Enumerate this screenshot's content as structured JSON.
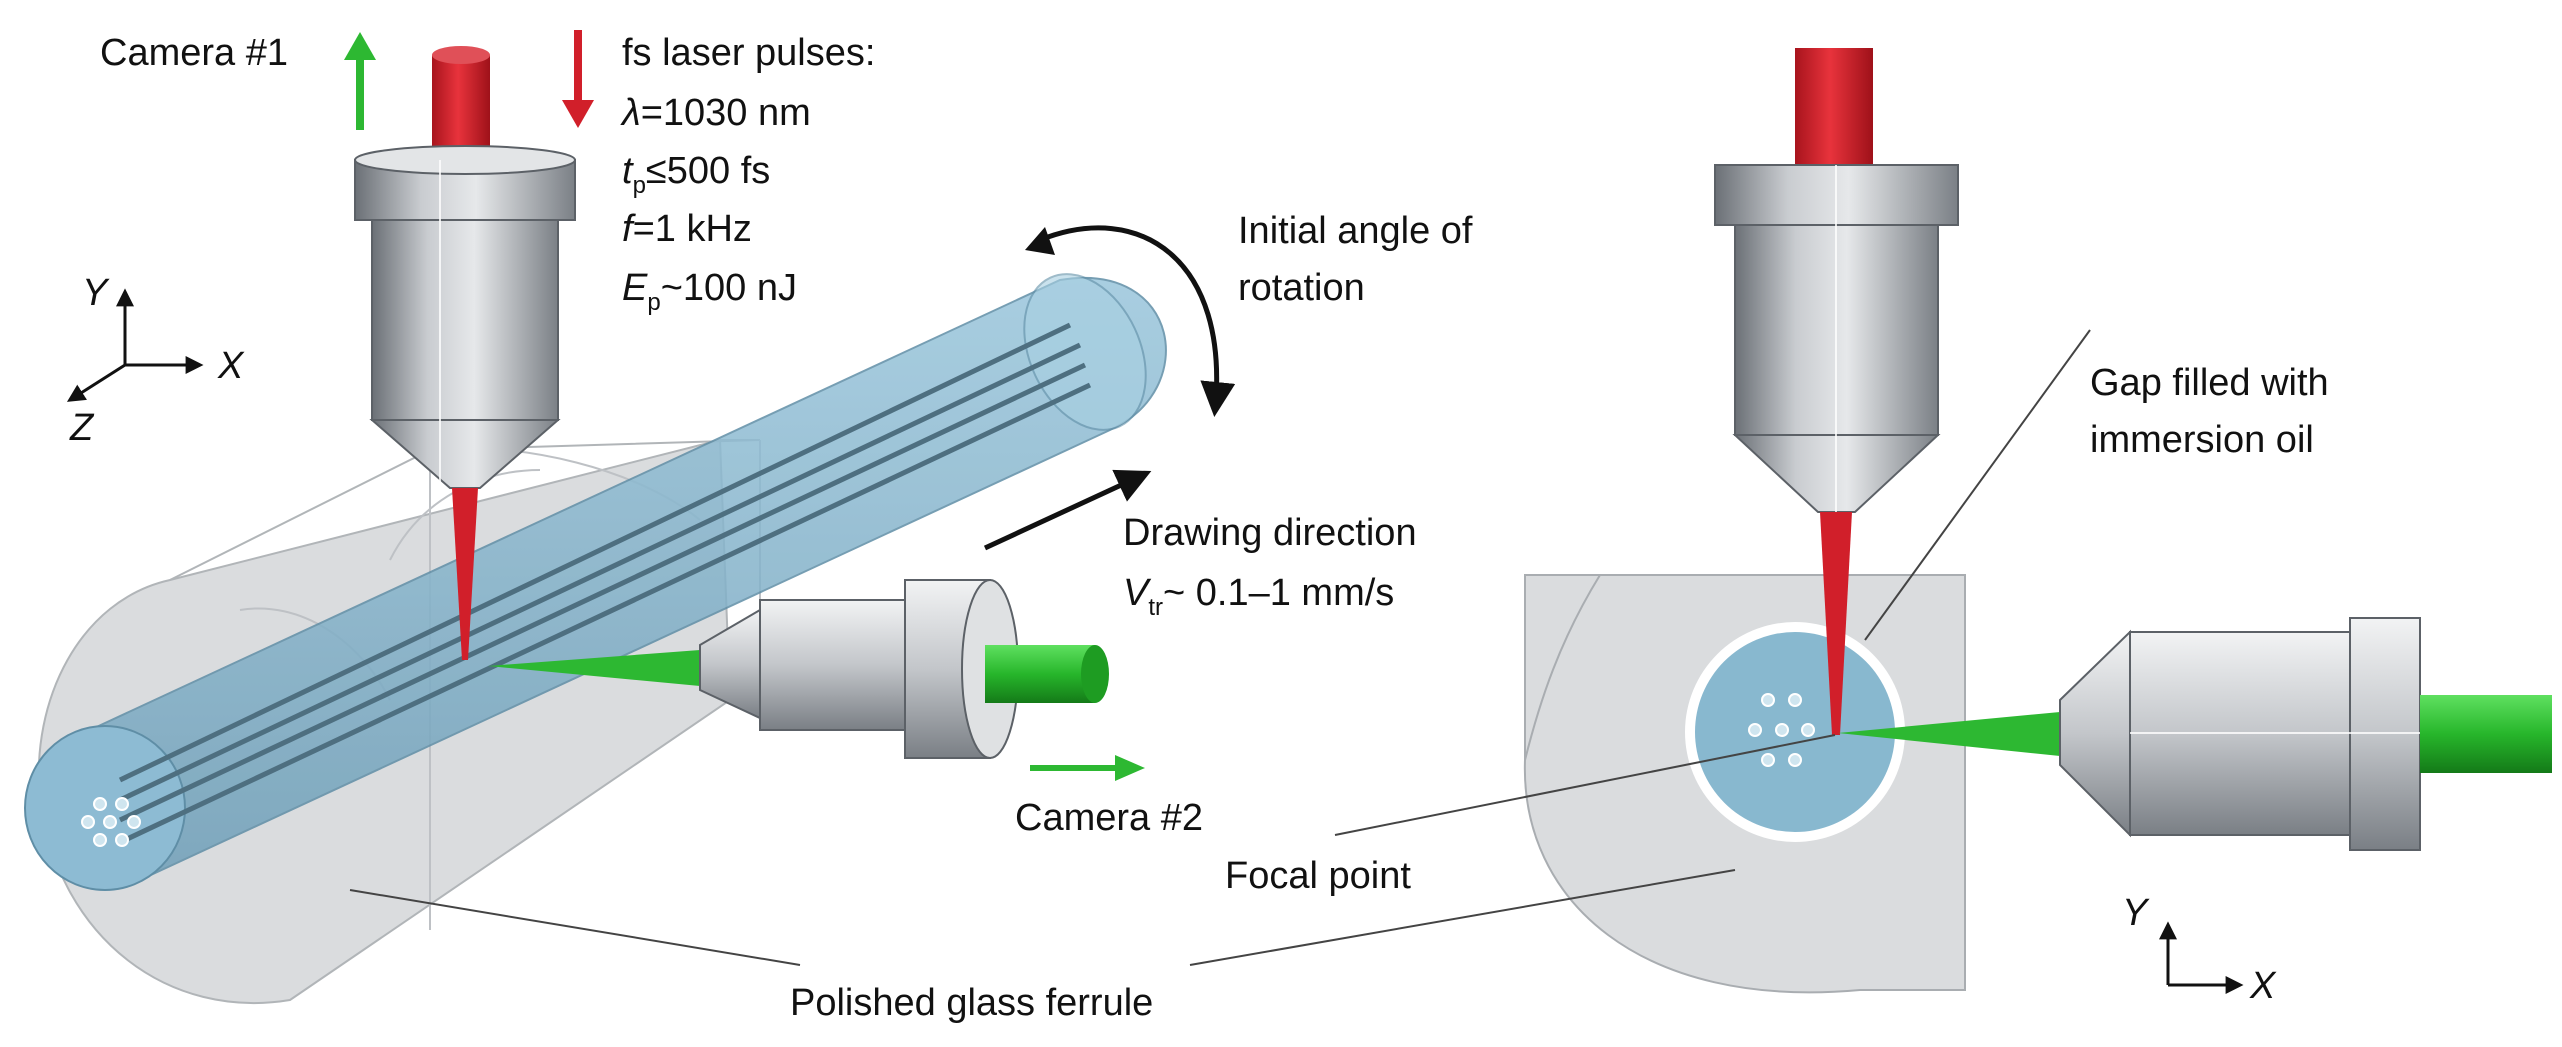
{
  "labels": {
    "camera1": "Camera #1",
    "camera2": "Camera #2",
    "laser_title": "fs laser pulses:",
    "lambda_sym": "λ",
    "lambda_val": "=1030 nm",
    "tp_sym": "t",
    "tp_sub": "p",
    "tp_val": "≤500 fs",
    "f_sym": "f",
    "f_val": "=1 kHz",
    "ep_sym": "E",
    "ep_sub": "p",
    "ep_val": "~100 nJ",
    "rotation_line1": "Initial angle of",
    "rotation_line2": "rotation",
    "drawing_line1": "Drawing direction",
    "vtr_sym": "V",
    "vtr_sub": "tr",
    "vtr_val": "~ 0.1–1 mm/s",
    "gap_line1": "Gap filled with",
    "gap_line2": "immersion oil",
    "focal_point": "Focal point",
    "ferrule": "Polished glass ferrule"
  },
  "axes_left": {
    "y": "Y",
    "x": "X",
    "z": "Z"
  },
  "axes_right": {
    "y": "Y",
    "x": "X"
  },
  "colors": {
    "laser_red": "#d11f2a",
    "camera_green": "#2db832",
    "preform_blue": "#8fbcd3",
    "ferrule_gray": "#d4d7d9",
    "objective_gray": "#9a9ea3"
  }
}
